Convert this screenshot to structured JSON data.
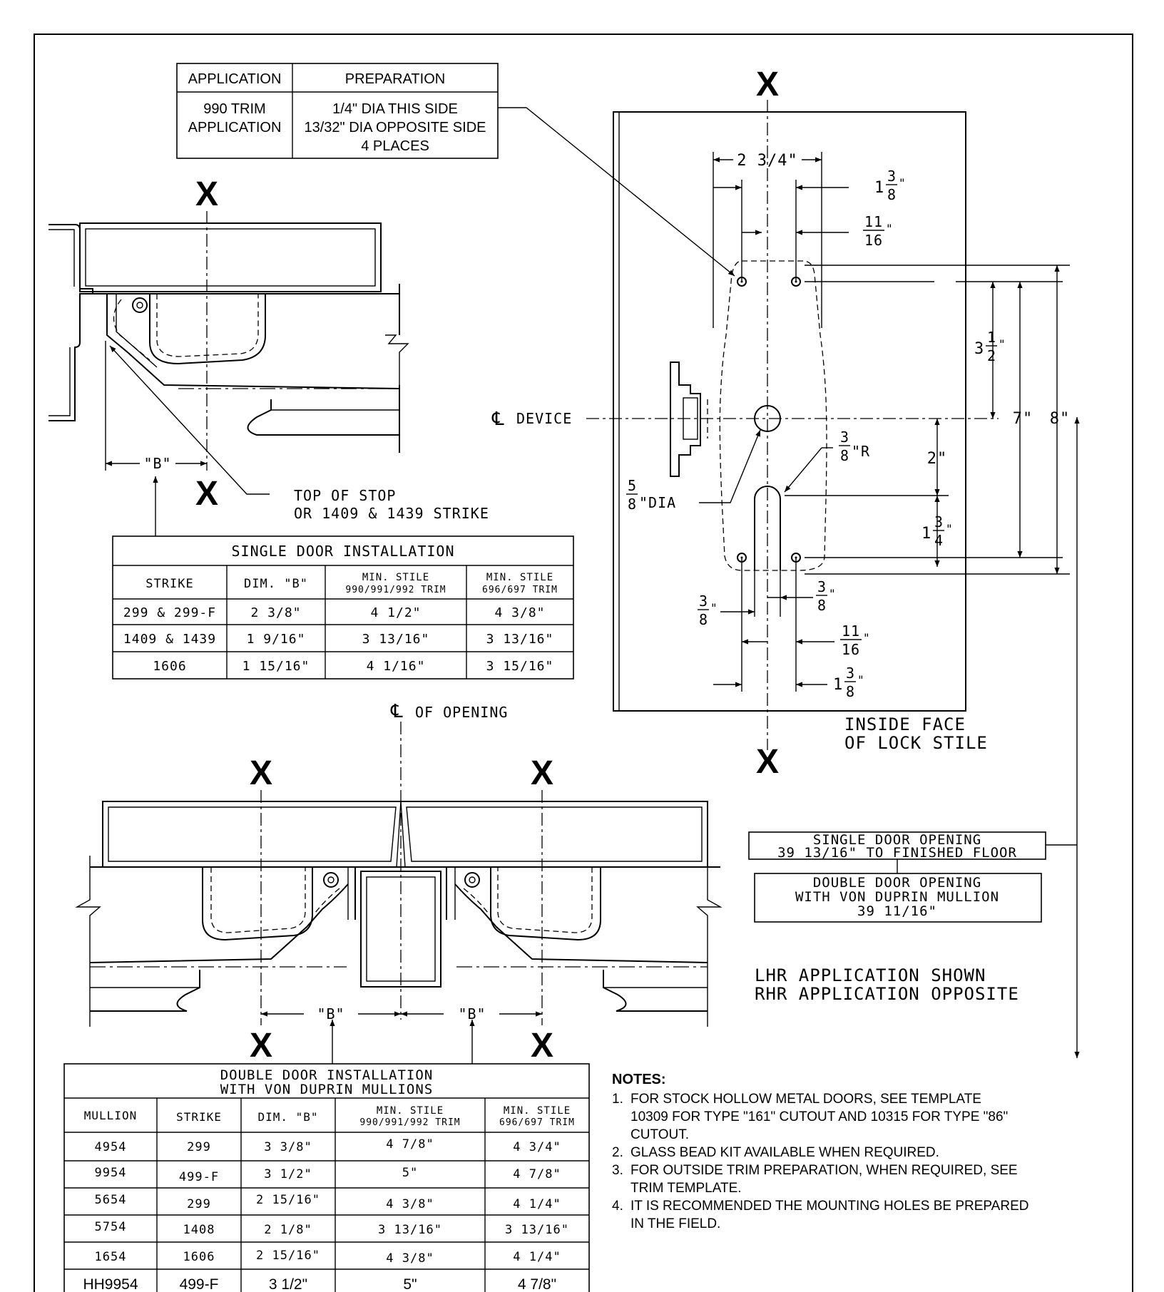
{
  "prep_table": {
    "headers": [
      "APPLICATION",
      "PREPARATION"
    ],
    "row": {
      "application": [
        "990 TRIM",
        "APPLICATION"
      ],
      "preparation": [
        "1/4\" DIA THIS SIDE",
        "13/32\" DIA OPPOSITE SIDE",
        "4 PLACES"
      ]
    }
  },
  "x_marker": "X",
  "labels": {
    "device_centerline": "DEVICE",
    "opening_centerline": "OF OPENING",
    "top_of_stop": [
      "TOP OF STOP",
      "OR 1409 & 1439 STRIKE"
    ],
    "inside_face": [
      "INSIDE FACE",
      "OF LOCK STILE"
    ],
    "lhr": [
      "LHR APPLICATION SHOWN",
      "RHR APPLICATION OPPOSITE"
    ],
    "single_opening": [
      "SINGLE DOOR OPENING",
      "39 13/16\" TO FINISHED FLOOR"
    ],
    "double_opening": [
      "DOUBLE DOOR OPENING",
      "WITH VON DUPRIN MULLION",
      "39 11/16\""
    ],
    "dim_b": "\"B\""
  },
  "dimensions": {
    "width_2_3_4": "2 3/4\"",
    "one_three_eighths": {
      "whole": "1",
      "num": "3",
      "den": "8",
      "unit": "\""
    },
    "eleven_sixteenths": {
      "num": "11",
      "den": "16",
      "unit": "\""
    },
    "three_eighths": {
      "num": "3",
      "den": "8",
      "unit": "\""
    },
    "three_eighths_r": {
      "num": "3",
      "den": "8",
      "unit": "\"R"
    },
    "five_eighths_dia": {
      "num": "5",
      "den": "8",
      "unit": "\"DIA"
    },
    "three_half": {
      "whole": "3",
      "num": "1",
      "den": "2",
      "unit": "\""
    },
    "one_three_quarters": {
      "whole": "1",
      "num": "3",
      "den": "4",
      "unit": "\""
    },
    "two": "2\"",
    "seven": "7\"",
    "eight": "8\""
  },
  "single_table": {
    "title": "SINGLE DOOR INSTALLATION",
    "headers": [
      "STRIKE",
      "DIM. \"B\"",
      [
        "MIN. STILE",
        "990/991/992 TRIM"
      ],
      [
        "MIN. STILE",
        "696/697 TRIM"
      ]
    ],
    "rows": [
      [
        "299 & 299-F",
        "2 3/8\"",
        "4 1/2\"",
        "4 3/8\""
      ],
      [
        "1409 & 1439",
        "1 9/16\"",
        "3 13/16\"",
        "3 13/16\""
      ],
      [
        "1606",
        "1 15/16\"",
        "4 1/16\"",
        "3 15/16\""
      ]
    ]
  },
  "double_table": {
    "title": [
      "DOUBLE DOOR INSTALLATION",
      "WITH VON DUPRIN MULLIONS"
    ],
    "headers": [
      "MULLION",
      "STRIKE",
      "DIM. \"B\"",
      [
        "MIN. STILE",
        "990/991/992 TRIM"
      ],
      [
        "MIN. STILE",
        "696/697 TRIM"
      ]
    ],
    "rows": [
      [
        "4954",
        "299",
        "3 3/8\"",
        "4 7/8\"",
        "4 3/4\""
      ],
      [
        "9954",
        "499-F",
        "3 1/2\"",
        "5\"",
        "4 7/8\""
      ],
      [
        "5654",
        "299",
        "2 15/16\"",
        "4 3/8\"",
        "4 1/4\""
      ],
      [
        "5754",
        "1408",
        "2 1/8\"",
        "3 13/16\"",
        "3 13/16\""
      ],
      [
        "1654",
        "1606",
        "2 15/16\"",
        "4 3/8\"",
        "4 1/4\""
      ],
      [
        "HH9954",
        "499-F",
        "3 1/2\"",
        "5\"",
        "4 7/8\""
      ]
    ]
  },
  "notes": {
    "title": "NOTES:",
    "items": [
      [
        "1.",
        "FOR STOCK HOLLOW METAL DOORS, SEE TEMPLATE",
        "10309 FOR TYPE \"161\" CUTOUT AND 10315 FOR TYPE \"86\"",
        "CUTOUT."
      ],
      [
        "2.",
        "GLASS BEAD KIT AVAILABLE WHEN REQUIRED."
      ],
      [
        "3.",
        "FOR OUTSIDE TRIM PREPARATION, WHEN REQUIRED, SEE",
        "TRIM TEMPLATE."
      ],
      [
        "4.",
        "IT IS RECOMMENDED THE MOUNTING HOLES BE PREPARED",
        "IN THE FIELD."
      ]
    ]
  }
}
